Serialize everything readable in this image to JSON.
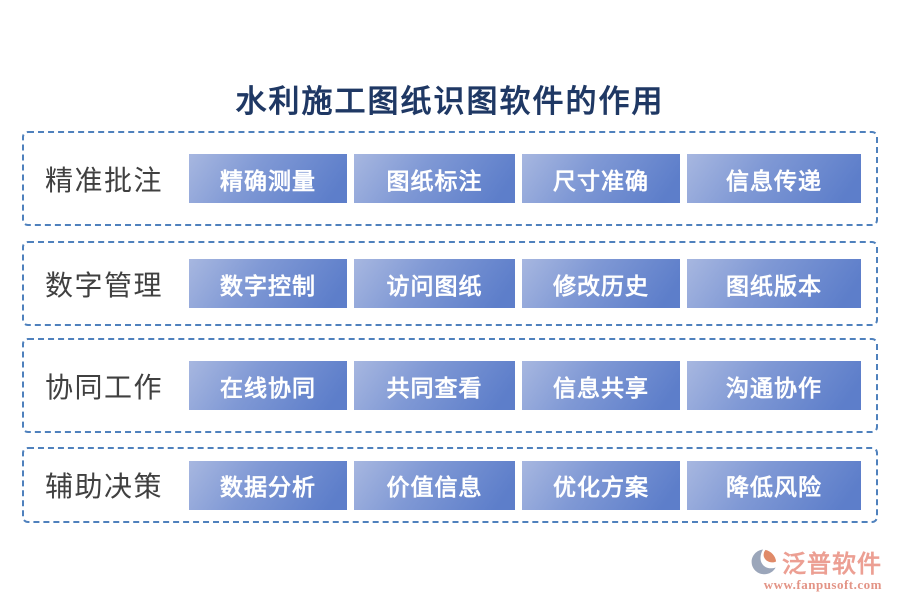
{
  "title": "水利施工图纸识图软件的作用",
  "rows": [
    {
      "label": "精准批注",
      "buttons": [
        "精确测量",
        "图纸标注",
        "尺寸准确",
        "信息传递"
      ]
    },
    {
      "label": "数字管理",
      "buttons": [
        "数字控制",
        "访问图纸",
        "修改历史",
        "图纸版本"
      ]
    },
    {
      "label": "协同工作",
      "buttons": [
        "在线协同",
        "共同查看",
        "信息共享",
        "沟通协作"
      ]
    },
    {
      "label": "辅助决策",
      "buttons": [
        "数据分析",
        "价值信息",
        "优化方案",
        "降低风险"
      ]
    }
  ],
  "footer": {
    "brand": "泛普软件",
    "url": "www.fanpusoft.com",
    "logo_icon": "fanpu-logo-icon"
  },
  "colors": {
    "title_text": "#1f3864",
    "box_border": "#4f81bd",
    "label_text": "#404040",
    "chip_gradient_light": "#a7b7e0",
    "chip_gradient_dark": "#5d7eca",
    "chip_text": "#ffffff",
    "brand_text": "#ec9f93",
    "url_text": "#e39486",
    "logo_gray": "#9ba6ba",
    "logo_orange": "#e08a68"
  }
}
